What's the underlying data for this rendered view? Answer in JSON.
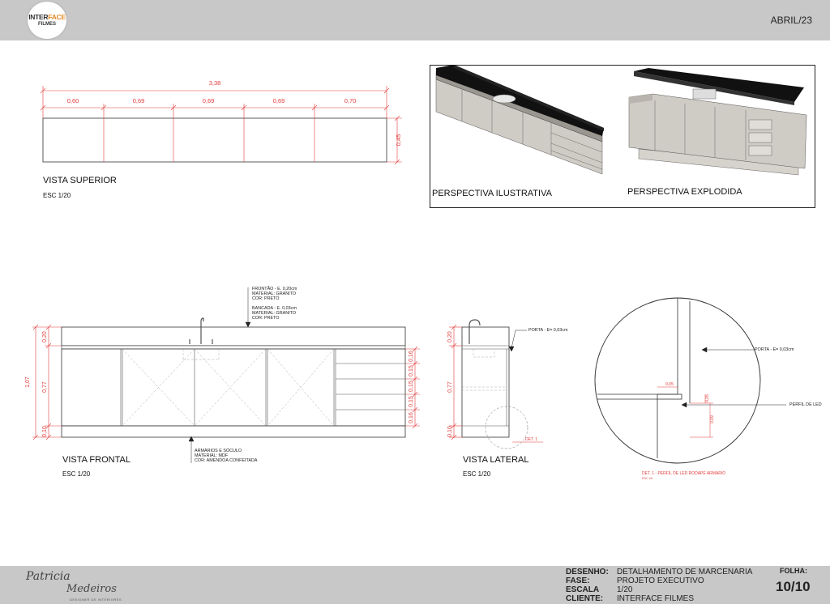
{
  "header": {
    "logo_line1_a": "INTER",
    "logo_line1_b": "FACE",
    "logo_line2": "FILMES",
    "date": "ABRIL/23"
  },
  "top_view": {
    "total_width": "3,38",
    "segments": [
      "0,60",
      "0,69",
      "0,69",
      "0,69",
      "0,70"
    ],
    "depth": "0,45",
    "title": "VISTA SUPERIOR",
    "scale": "ESC 1/20"
  },
  "perspectives": {
    "left_title": "PERSPECTIVA ILUSTRATIVA",
    "right_title": "PERSPECTIVA EXPLODIDA"
  },
  "front_view": {
    "title": "VISTA FRONTAL",
    "scale": "ESC 1/20",
    "left_dims": [
      "0,20",
      "0,77",
      "0,10"
    ],
    "total_height": "1,07",
    "drawer_dims": [
      "0,16",
      "0,15",
      "0,15",
      "0,15",
      "0,16"
    ],
    "note_frontao": [
      "FRONTÃO - E. 0,20cm",
      "MATERIAL: GRANITO",
      "COR: PRETO"
    ],
    "note_bancada": [
      "BANCADA - E. 0,03cm",
      "MATERIAL: GRANITO",
      "COR: PRETO"
    ],
    "note_armarios": [
      "ARMÁRIOS E SÓCULO",
      "MATERIAL: MDF",
      "COR: AMENDOA CONFEITADA"
    ]
  },
  "side_view": {
    "title": "VISTA LATERAL",
    "scale": "ESC 1/20",
    "dims": [
      "0,20",
      "0,77",
      "0,10"
    ],
    "porta_note": "PORTA - E= 0,03cm",
    "det_label": "DET. 1"
  },
  "detail": {
    "porta_note": "PORTA - E= 0,03cm",
    "led_note": "PERFIL DE LED",
    "dim_a": "0,05",
    "dim_b": "0,05",
    "dim_c": "0,09",
    "caption": "DET. 1 - PERFIL DE LED RODAPÉ ARMÁRIO",
    "caption_scale": "ESC 1/5"
  },
  "title_block": {
    "labels": [
      "DESENHO:",
      "FASE:",
      "ESCALA",
      "CLIENTE:"
    ],
    "values": [
      "DETALHAMENTO DE MARCENARIA",
      "PROJETO EXECUTIVO",
      "1/20",
      "INTERFACE FILMES"
    ],
    "folha_label": "FOLHA:",
    "folha_value": "10/10"
  },
  "signature": {
    "name_first": "Patricia",
    "name_last": "Medeiros",
    "subtitle": "DESIGNER DE INTERIORES"
  }
}
